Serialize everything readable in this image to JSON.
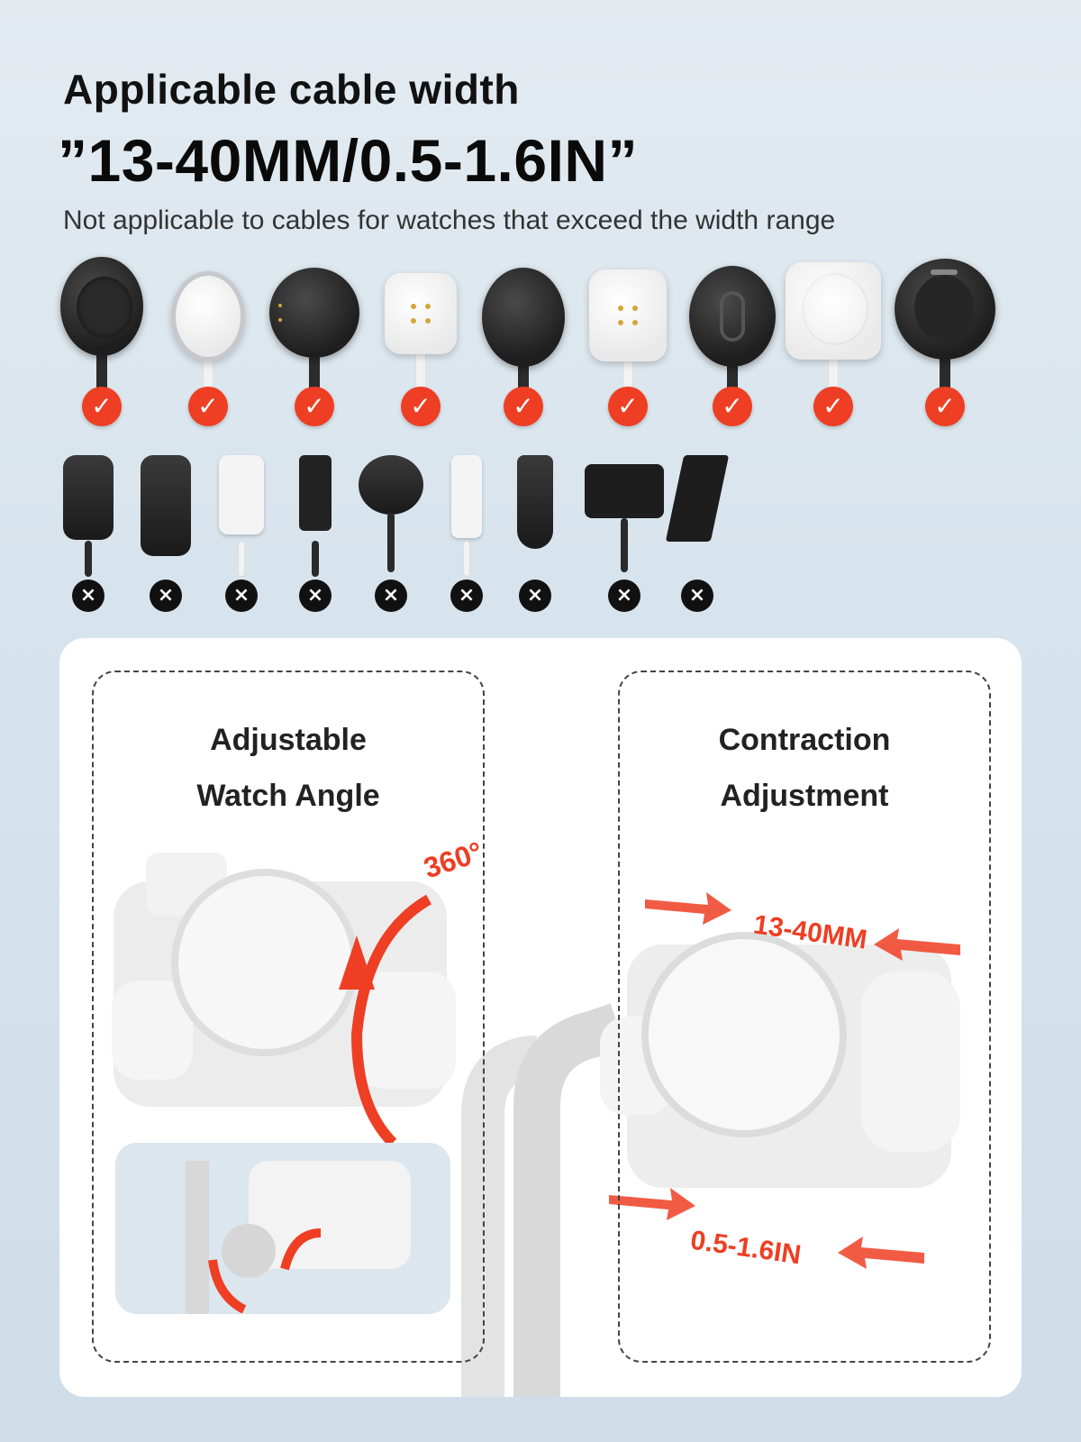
{
  "header": {
    "headline": "Applicable cable width",
    "range": "”13-40MM/0.5-1.6IN”",
    "note": "Not applicable to cables for watches that exceed the width range"
  },
  "supported_chargers": [
    {
      "style": "dark-round",
      "icon": "check-icon"
    },
    {
      "style": "light-round",
      "icon": "check-icon"
    },
    {
      "style": "dark-round-pins",
      "icon": "check-icon"
    },
    {
      "style": "light-square-pins",
      "icon": "check-icon"
    },
    {
      "style": "dark-round",
      "icon": "check-icon"
    },
    {
      "style": "light-square-pins",
      "icon": "check-icon"
    },
    {
      "style": "dark-round-slot",
      "icon": "check-icon"
    },
    {
      "style": "light-square-round",
      "icon": "check-icon"
    },
    {
      "style": "dark-round-large",
      "icon": "check-icon"
    }
  ],
  "unsupported_chargers": [
    {
      "style": "dark-rect",
      "icon": "cross-icon"
    },
    {
      "style": "dark-rect",
      "icon": "cross-icon"
    },
    {
      "style": "light-rect-pins",
      "icon": "cross-icon"
    },
    {
      "style": "usb-c",
      "icon": "cross-icon"
    },
    {
      "style": "dark-round-small",
      "icon": "cross-icon"
    },
    {
      "style": "light-pin-strip",
      "icon": "cross-icon"
    },
    {
      "style": "dark-plug",
      "icon": "cross-icon"
    },
    {
      "style": "dark-cradle",
      "icon": "cross-icon"
    },
    {
      "style": "dark-clip",
      "icon": "cross-icon"
    }
  ],
  "left_panel": {
    "title_line1": "Adjustable",
    "title_line2": "Watch Angle",
    "rotation": "360°"
  },
  "right_panel": {
    "title_line1": "Contraction",
    "title_line2": "Adjustment",
    "dim_mm": "13-40MM",
    "dim_in": "0.5-1.6IN"
  },
  "colors": {
    "accent": "#ee3e23",
    "text": "#111111",
    "card": "#ffffff"
  }
}
